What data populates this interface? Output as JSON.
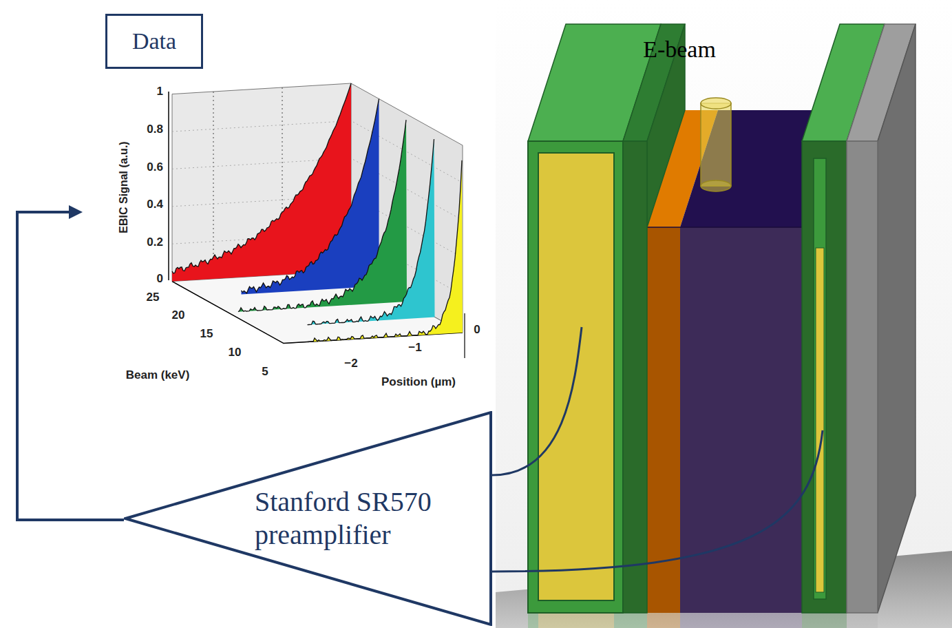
{
  "diagram": {
    "nodes": [
      {
        "text": [
          "Data"
        ]
      },
      {
        "text": [
          "Stanford SR570 preamplifier"
        ]
      }
    ],
    "labels": [
      "E-beam",
      "1",
      "0.8",
      "0.6",
      "0.4",
      "0.2",
      "0",
      "EBIC Signal (a.u.)",
      "25",
      "20",
      "15",
      "10",
      "5",
      "Beam (keV)",
      "−2",
      "−1",
      "0",
      "Position (µm)"
    ]
  }
}
